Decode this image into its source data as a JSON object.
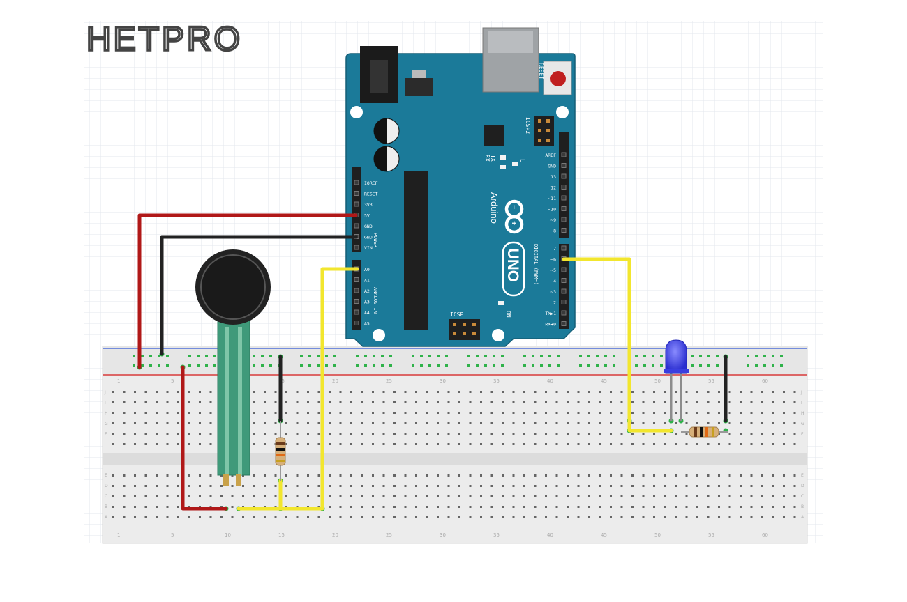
{
  "logo": {
    "text": "HETPRO",
    "color": "#444444"
  },
  "arduino": {
    "brand_text": "Arduino",
    "model_text": "UNO",
    "color": "#1b7a99",
    "labels": {
      "reset": "RESET",
      "icsp2": "ICSP2",
      "icsp": "ICSP",
      "on": "ON",
      "tx": "TX",
      "rx": "RX",
      "l": "L",
      "power": "POWER",
      "analog_in": "ANALOG IN",
      "digital": "DIGITAL (PWM~)",
      "power_pins": [
        "IOREF",
        "RESET",
        "3V3",
        "5V",
        "GND",
        "GND",
        "VIN"
      ],
      "analog_pins": [
        "A0",
        "A1",
        "A2",
        "A3",
        "A4",
        "A5"
      ],
      "digital_pins_upper": [
        "AREF",
        "GND",
        "13",
        "12",
        "~11",
        "~10",
        "~9",
        "8"
      ],
      "digital_pins_lower": [
        "7",
        "~6",
        "~5",
        "4",
        "~3",
        "2",
        "TX▶1",
        "RX◀0"
      ]
    }
  },
  "breadboard": {
    "column_numbers": [
      "1",
      "5",
      "10",
      "15",
      "20",
      "25",
      "30",
      "35",
      "40",
      "45",
      "50",
      "55",
      "60"
    ],
    "row_letters_top": [
      "J",
      "I",
      "H",
      "G",
      "F"
    ],
    "row_letters_bottom": [
      "E",
      "D",
      "C",
      "B",
      "A"
    ]
  },
  "colors": {
    "wire_red": "#b01818",
    "wire_black": "#222222",
    "wire_yellow": "#f2e62e",
    "fsr_trace": "#3f9a7a",
    "led": "#3a3ee0",
    "grid": "#e4e8ee",
    "hole_green": "#2fb24a"
  }
}
